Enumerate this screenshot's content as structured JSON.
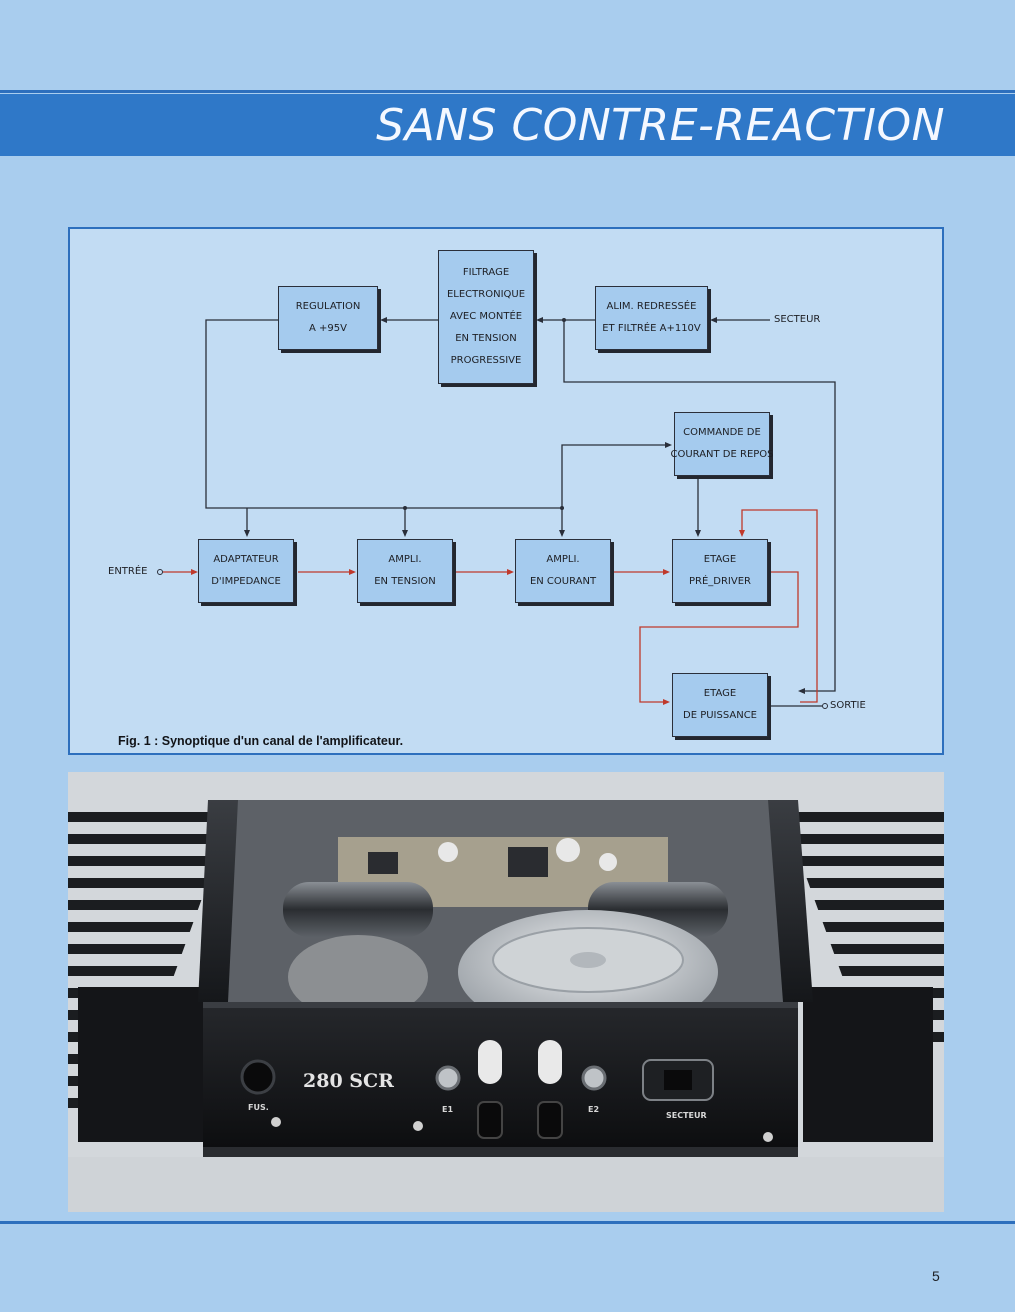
{
  "banner": {
    "title": "SANS CONTRE-REACTION"
  },
  "diagram": {
    "blocks": {
      "regulation": [
        "REGULATION",
        "A +95V"
      ],
      "filtrage": [
        "FILTRAGE",
        "ELECTRONIQUE",
        "AVEC MONTÉE",
        "EN TENSION",
        "PROGRESSIVE"
      ],
      "alim": [
        "ALIM. REDRESSÉE",
        "ET FILTRÉE A+110V"
      ],
      "commande": [
        "COMMANDE DE",
        "COURANT DE REPOS"
      ],
      "adaptateur": [
        "ADAPTATEUR",
        "D'IMPEDANCE"
      ],
      "ampli_tension": [
        "AMPLI.",
        "EN TENSION"
      ],
      "ampli_courant": [
        "AMPLI.",
        "EN COURANT"
      ],
      "pre_driver": [
        "ETAGE",
        "PRÉ_DRIVER"
      ],
      "puissance": [
        "ETAGE",
        "DE PUISSANCE"
      ]
    },
    "labels": {
      "secteur": "SECTEUR",
      "entree": "ENTRÉE",
      "sortie": "SORTIE"
    },
    "caption": "Fig. 1 : Synoptique d'un canal de l'amplificateur."
  },
  "photo": {
    "model": "280 SCR",
    "fus_label": "FUS.",
    "e1_label": "E1",
    "e2_label": "E2",
    "secteur_label": "SECTEUR"
  },
  "page_number": "5",
  "colors": {
    "page": "#a9cdee",
    "banner": "#2f78c8",
    "rule": "#2d6fbd",
    "block": "#a5cbee",
    "wire": "#2a2f3a",
    "signal": "#c0392b"
  }
}
